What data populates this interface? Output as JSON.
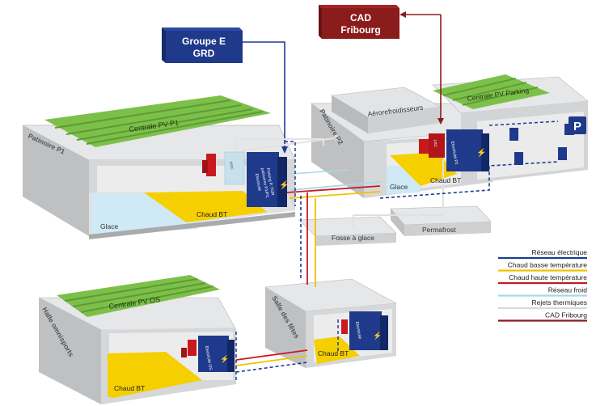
{
  "badges": {
    "groupe_e": [
      "Groupe E",
      "GRD"
    ],
    "cad": [
      "CAD",
      "Fribourg"
    ]
  },
  "buildings": {
    "patinoire_p1": "Patinoire P1",
    "patinoire_p2": "Patinoire P2",
    "halle": "Halle omnisports",
    "salle": "Salle des fêtes"
  },
  "roofs": {
    "pv_p1": "Centrale PV P1",
    "pv_parking": "Centrale PV Parking",
    "pv_os": "Centrale PV OS",
    "aero": "Aérorefroidisseurs"
  },
  "zones": {
    "glace_p1": "Glace",
    "chaud_p1": "Chaud BT",
    "glace_p2": "Glace",
    "chaud_p2": "Chaud BT",
    "chaud_os": "Chaud BT",
    "chaud_salle": "Chaud BT",
    "fosse": "Fosse à glace",
    "permafrost": "Permafrost"
  },
  "equipment": {
    "electricite_p1": [
      "Electricité",
      "patinoires P1/P2,",
      "Parking P, TGR"
    ],
    "electricite_p2": "Electricité P2",
    "electricite_os": "Electricité OS",
    "electricite_salle": "Electricité",
    "mrc_p1": "MRC",
    "frc_p2": "FRC"
  },
  "legend": [
    {
      "label": "Réseau électrique",
      "color": "#1f3a93",
      "dashed": false
    },
    {
      "label": "Chaud basse température",
      "color": "#f2c200",
      "dashed": false
    },
    {
      "label": "Chaud haute température",
      "color": "#c8191e",
      "dashed": false
    },
    {
      "label": "Réseau froid",
      "color": "#a8d8ea",
      "dashed": false
    },
    {
      "label": "Rejets thermiques",
      "color": "#d9d9d9",
      "dashed": false
    },
    {
      "label": "CAD Fribourg",
      "color": "#8b1c1c",
      "dashed": false
    }
  ],
  "colors": {
    "electric": "#1f3a93",
    "hot_low": "#f2c200",
    "hot_high": "#c8191e",
    "cold": "#a8d8ea",
    "reject": "#d9d9d9",
    "cad": "#8b1c1c",
    "pv": "#7cc04a",
    "floor_yellow": "#f5cf00",
    "ice": "#cfeaf6",
    "wall": "#c9cacc",
    "badge_blue": "#1f3a8a",
    "badge_red": "#8b1c1c"
  },
  "icons": {
    "parking": "parking-sign-icon",
    "car": "car-icon",
    "bolt": "lightning-icon"
  }
}
